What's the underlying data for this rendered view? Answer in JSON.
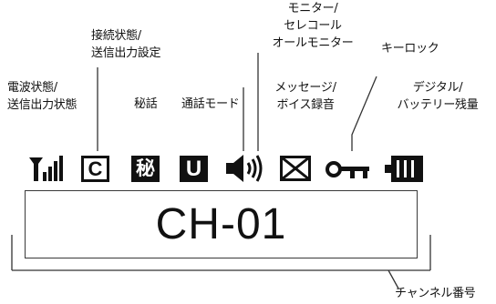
{
  "labels": {
    "radio_status": [
      "電波状態/",
      "送信出力状態"
    ],
    "connection_status": [
      "接続状態/",
      "送信出力設定"
    ],
    "secret_talk": "秘話",
    "call_mode": "通話モード",
    "monitor": [
      "モニター/",
      "セレコール",
      "オールモニター"
    ],
    "message": [
      "メッセージ/",
      "ボイス録音"
    ],
    "key_lock": "キーロック",
    "battery": [
      "デジタル/",
      "バッテリー残量"
    ],
    "channel_number": "チャンネル番号"
  },
  "icons": {
    "connection_glyph": "C",
    "secret_glyph": "秘",
    "call_mode_glyph": "U"
  },
  "display": {
    "channel": "CH-01"
  },
  "colors": {
    "ink": "#111111",
    "line": "#333333"
  }
}
